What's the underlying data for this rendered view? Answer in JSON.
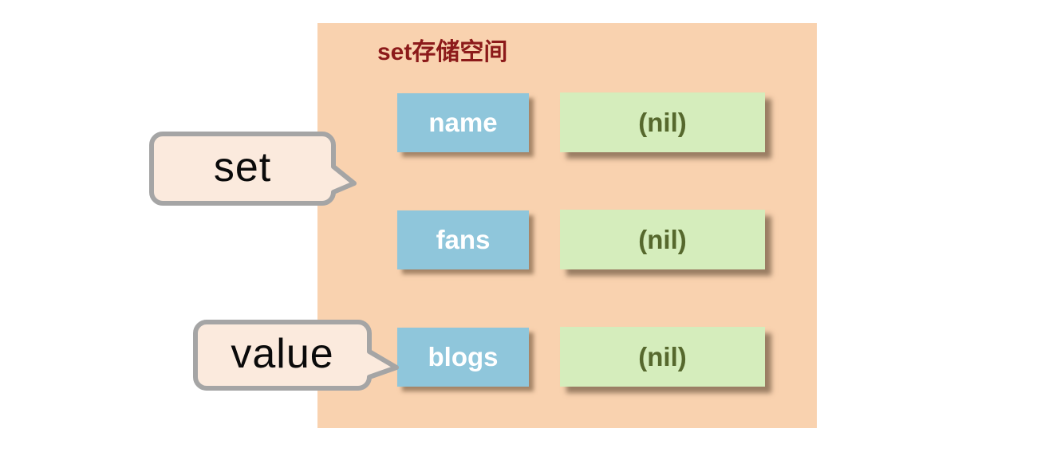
{
  "panel": {
    "title_en": "set",
    "title_zh": "存储空间",
    "rows": [
      {
        "key": "name",
        "value": "(nil)"
      },
      {
        "key": "fans",
        "value": "(nil)"
      },
      {
        "key": "blogs",
        "value": "(nil)"
      }
    ]
  },
  "callouts": {
    "set": {
      "label": "set"
    },
    "value": {
      "label": "value"
    }
  },
  "colors": {
    "panel_bg": "#F9D2AF",
    "key_box_bg": "#8FC6DB",
    "key_text": "#FFFFFF",
    "value_box_bg": "#D5EDBC",
    "value_text": "#56682D",
    "title_text": "#8C1A1A",
    "callout_bg": "#FBEADD",
    "callout_border": "#A5A5A5",
    "callout_text": "#0A0A0A"
  }
}
